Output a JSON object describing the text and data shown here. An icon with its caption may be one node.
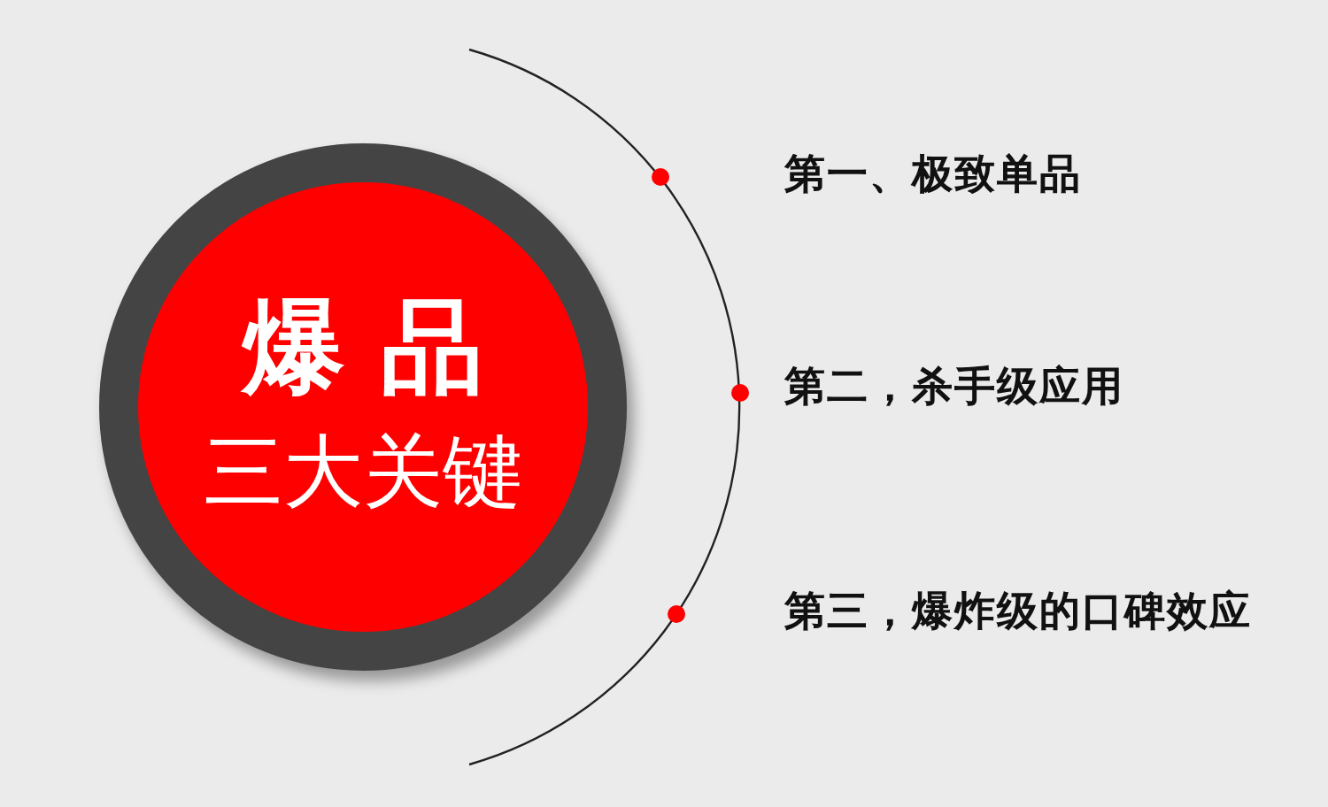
{
  "diagram": {
    "nodes": [
      {
        "text": [
          "爆 品",
          "三大关键"
        ]
      }
    ],
    "labels": [
      "第一、极致单品",
      "第二，杀手级应用",
      "第三，爆炸级的口碑效应"
    ]
  }
}
